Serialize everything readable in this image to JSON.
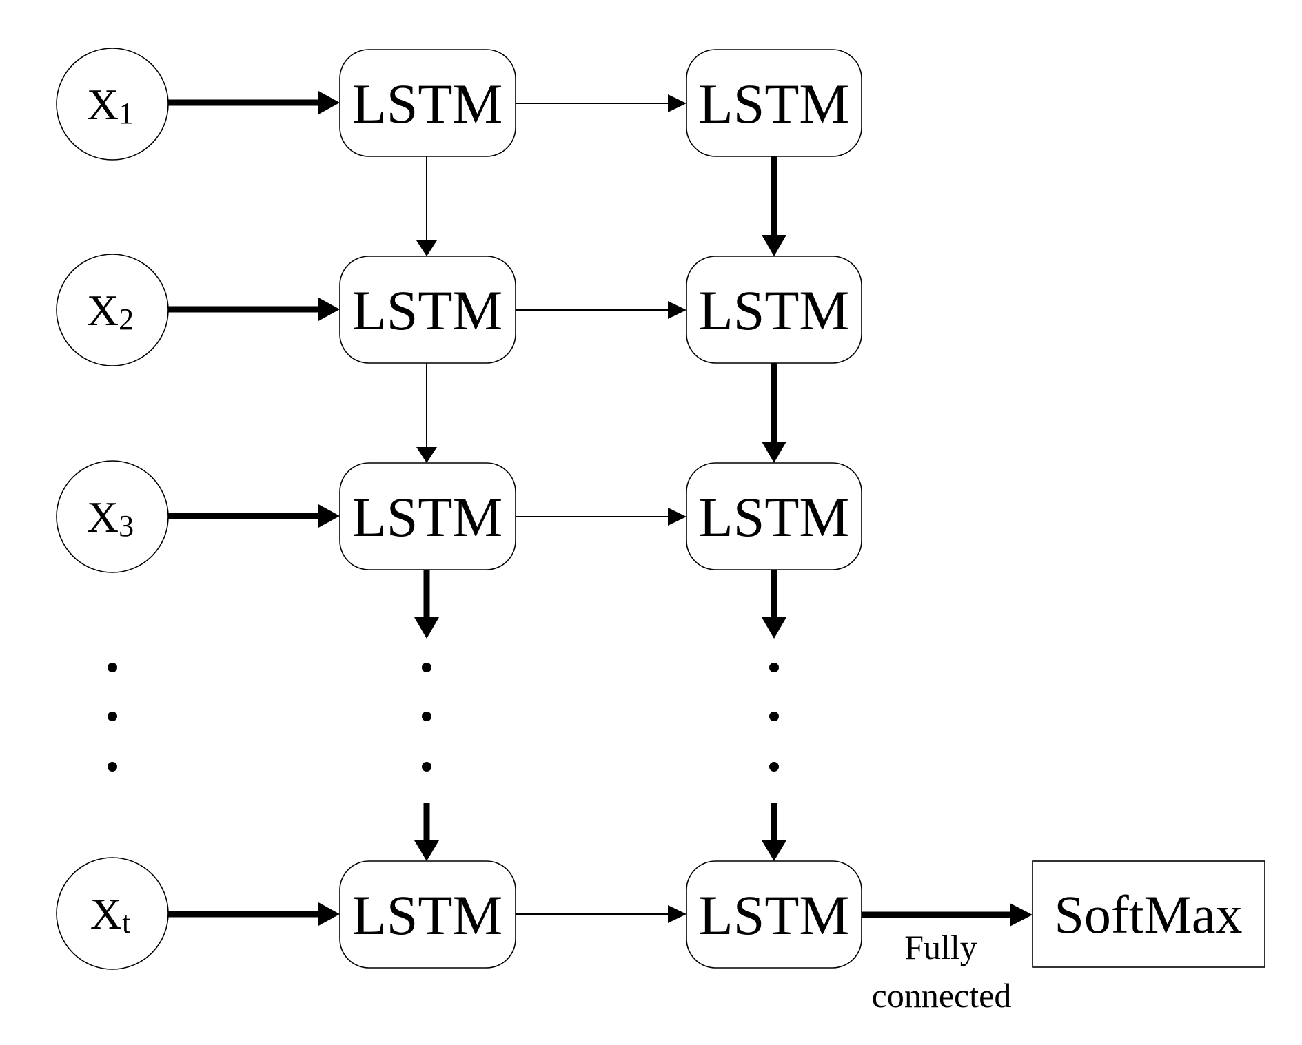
{
  "diagram": {
    "background_color": "#ffffff",
    "line_color": "#000000",
    "inputs": [
      {
        "base": "X",
        "sub": "1"
      },
      {
        "base": "X",
        "sub": "2"
      },
      {
        "base": "X",
        "sub": "3"
      },
      {
        "base": "X",
        "sub": "t"
      }
    ],
    "lstm_label": "LSTM",
    "softmax_label": "SoftMax",
    "fully_connected": {
      "line1": "Fully",
      "line2": "connected"
    }
  }
}
